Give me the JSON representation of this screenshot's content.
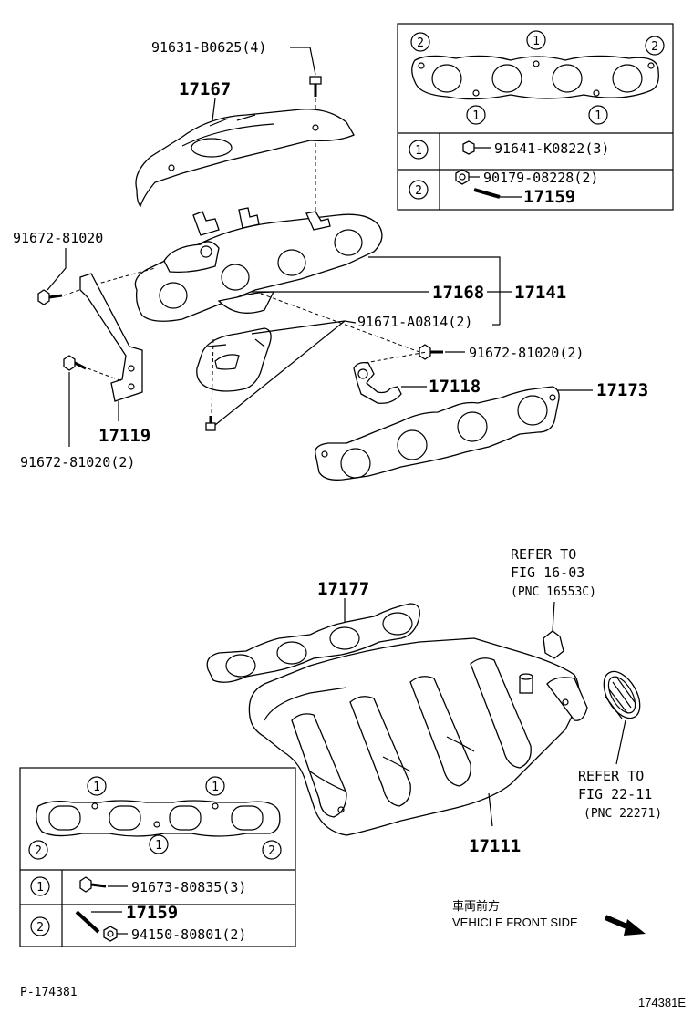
{
  "labels": {
    "p91631": "91631-B0625(4)",
    "p17167": "17167",
    "p91672a": "91672-81020",
    "p17168": "17168",
    "p17141": "17141",
    "p91671": "91671-A0814(2)",
    "p91672b": "91672-81020(2)",
    "p17118": "17118",
    "p17173": "17173",
    "p17119": "17119",
    "p91672c": "91672-81020(2)",
    "p17177": "17177",
    "refer1_a": "REFER TO",
    "refer1_b": "FIG 16-03",
    "refer1_c": "(PNC 16553C)",
    "refer2_a": "REFER TO",
    "refer2_b": "FIG 22-11",
    "refer2_c": "(PNC 22271)",
    "p17111": "17111",
    "vehicle_jp": "車両前方",
    "vehicle_en": "VEHICLE FRONT SIDE",
    "footer_left": "P-174381",
    "footer_right": "174381E"
  },
  "detail_top": {
    "callout1": "1",
    "callout2": "2",
    "row1_part": "91641-K0822(3)",
    "row2_part_a": "90179-08228(2)",
    "row2_part_b": "17159"
  },
  "detail_bottom": {
    "callout1": "1",
    "callout2": "2",
    "row1_part": "91673-80835(3)",
    "row2_part_a": "17159",
    "row2_part_b": "94150-80801(2)"
  }
}
